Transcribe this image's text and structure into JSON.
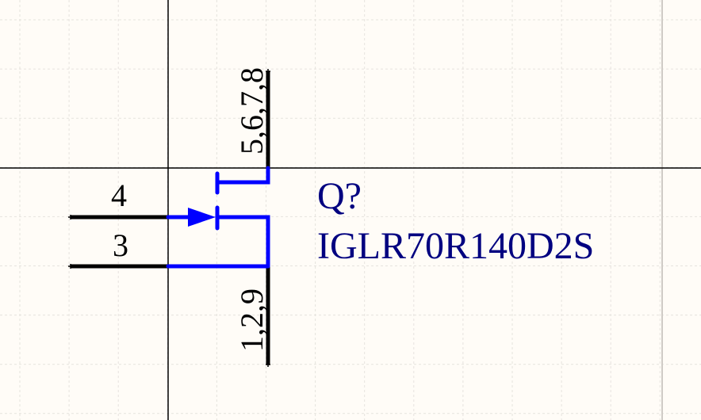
{
  "schematic": {
    "background_color": "#fffcf7",
    "grid_color": "#e6e3de",
    "body_color": "#0000ff",
    "pin_color": "#000000",
    "text_color": "#000080",
    "component": {
      "designator": "Q?",
      "comment": "IGLR70R140D2S",
      "symbol_type": "n-channel-mosfet"
    },
    "pins": [
      {
        "number": "4",
        "side": "left",
        "role": "gate"
      },
      {
        "number": "3",
        "side": "left",
        "role": "source-kelvin"
      },
      {
        "number": "5,6,7,8",
        "side": "top",
        "role": "drain"
      },
      {
        "number": "1,2,9",
        "side": "bottom",
        "role": "source"
      }
    ]
  }
}
